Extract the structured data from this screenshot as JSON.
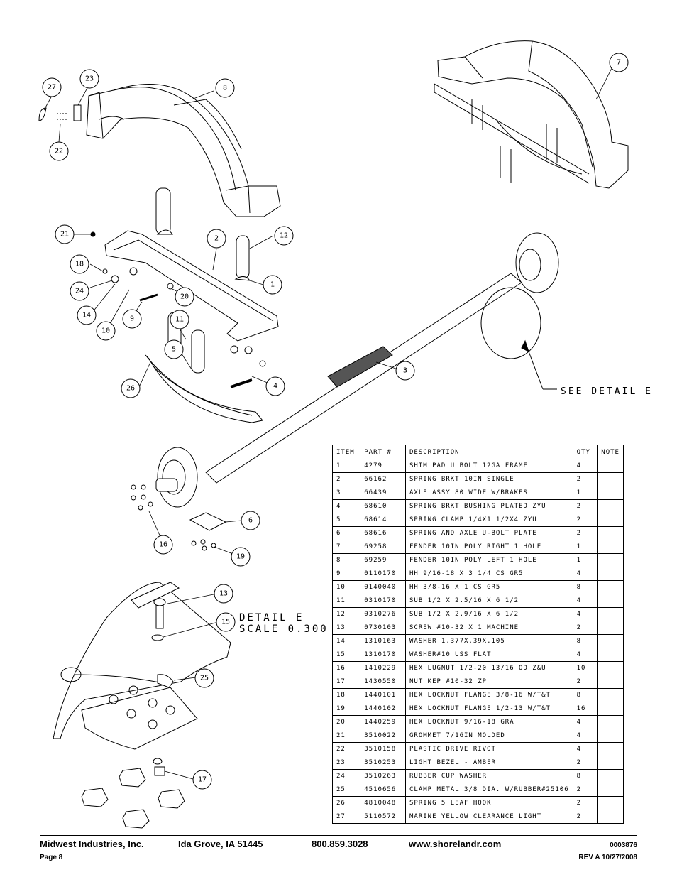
{
  "callouts": {
    "c1": "1",
    "c2": "2",
    "c3": "3",
    "c4": "4",
    "c5": "5",
    "c6": "6",
    "c7": "7",
    "c8": "8",
    "c9": "9",
    "c10": "10",
    "c11": "11",
    "c12": "12",
    "c13": "13",
    "c14": "14",
    "c15": "15",
    "c16": "16",
    "c17": "17",
    "c18": "18",
    "c19": "19",
    "c20": "20",
    "c21": "21",
    "c22": "22",
    "c23": "23",
    "c24": "24",
    "c25": "25",
    "c26": "26",
    "c27": "27"
  },
  "see_detail": "SEE DETAIL  E",
  "detail": {
    "line1": "DETAIL  E",
    "line2": "SCALE  0.300"
  },
  "parts_table": {
    "headers": [
      "ITEM",
      "PART #",
      "DESCRIPTION",
      "QTY",
      "NOTE"
    ],
    "rows": [
      [
        "1",
        "4279",
        "SHIM PAD  U BOLT 12GA FRAME",
        "4",
        ""
      ],
      [
        "2",
        "66162",
        "SPRING BRKT  10IN SINGLE",
        "2",
        ""
      ],
      [
        "3",
        "66439",
        "AXLE ASSY 80 WIDE W/BRAKES",
        "1",
        ""
      ],
      [
        "4",
        "68610",
        "SPRING BRKT BUSHING PLATED ZYU",
        "2",
        ""
      ],
      [
        "5",
        "68614",
        "SPRING CLAMP  1/4X1 1/2X4  ZYU",
        "2",
        ""
      ],
      [
        "6",
        "68616",
        "SPRING AND AXLE U-BOLT PLATE",
        "2",
        ""
      ],
      [
        "7",
        "69258",
        "FENDER  10IN POLY RIGHT 1 HOLE",
        "1",
        ""
      ],
      [
        "8",
        "69259",
        "FENDER  10IN POLY LEFT 1 HOLE",
        "1",
        ""
      ],
      [
        "9",
        "0110170",
        "HH 9/16-18 X 3 1/4 CS GR5",
        "4",
        ""
      ],
      [
        "10",
        "0140040",
        "HH 3/8-16 X 1 CS GR5",
        "8",
        ""
      ],
      [
        "11",
        "0310170",
        "SUB 1/2 X 2.5/16 X 6 1/2",
        "4",
        ""
      ],
      [
        "12",
        "0310276",
        "SUB 1/2 X 2.9/16 X 6 1/2",
        "4",
        ""
      ],
      [
        "13",
        "0730103",
        "SCREW #10-32 X 1 MACHINE",
        "2",
        ""
      ],
      [
        "14",
        "1310163",
        "WASHER 1.377X.39X.105",
        "8",
        ""
      ],
      [
        "15",
        "1310170",
        "WASHER#10 USS FLAT",
        "4",
        ""
      ],
      [
        "16",
        "1410229",
        "HEX LUGNUT 1/2-20 13/16 OD Z&U",
        "10",
        ""
      ],
      [
        "17",
        "1430550",
        "NUT KEP #10-32 ZP",
        "2",
        ""
      ],
      [
        "18",
        "1440101",
        "HEX LOCKNUT FLANGE 3/8-16 W/T&T",
        "8",
        ""
      ],
      [
        "19",
        "1440102",
        "HEX LOCKNUT FLANGE 1/2-13 W/T&T",
        "16",
        ""
      ],
      [
        "20",
        "1440259",
        "HEX LOCKNUT 9/16-18 GRA",
        "4",
        ""
      ],
      [
        "21",
        "3510022",
        "GROMMET  7/16IN MOLDED",
        "4",
        ""
      ],
      [
        "22",
        "3510158",
        "PLASTIC DRIVE RIVOT",
        "4",
        ""
      ],
      [
        "23",
        "3510253",
        "LIGHT BEZEL - AMBER",
        "2",
        ""
      ],
      [
        "24",
        "3510263",
        "RUBBER CUP WASHER",
        "8",
        ""
      ],
      [
        "25",
        "4510656",
        "CLAMP METAL 3/8 DIA. W/RUBBER#25106",
        "2",
        ""
      ],
      [
        "26",
        "4810048",
        "SPRING  5 LEAF HOOK",
        "2",
        ""
      ],
      [
        "27",
        "5110572",
        "MARINE YELLOW CLEARANCE LIGHT",
        "2",
        ""
      ]
    ]
  },
  "footer": {
    "company": "Midwest Industries, Inc.",
    "city": "Ida Grove, IA  51445",
    "phone": "800.859.3028",
    "website": "www.shorelandr.com",
    "doc_number": "0003876",
    "page": "Page 8",
    "revision": "REV A  10/27/2008"
  }
}
